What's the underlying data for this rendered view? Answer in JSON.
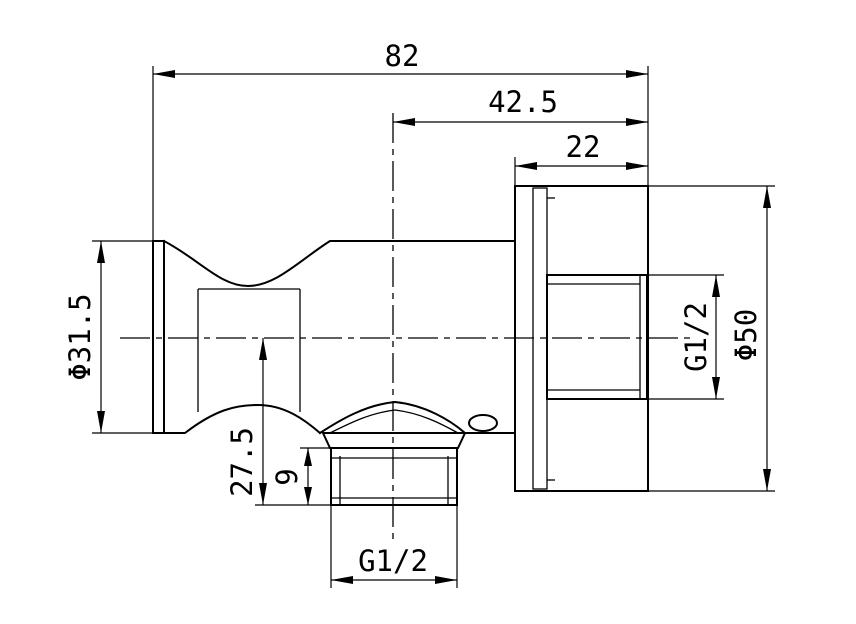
{
  "dimensions": {
    "overall_length": "82",
    "center_to_end": "42.5",
    "flange_width": "22",
    "body_diameter": "Φ31.5",
    "flange_diameter": "Φ50",
    "side_thread": "G1/2",
    "bottom_thread": "G1/2",
    "outlet_height": "27.5",
    "thread_length": "9"
  }
}
